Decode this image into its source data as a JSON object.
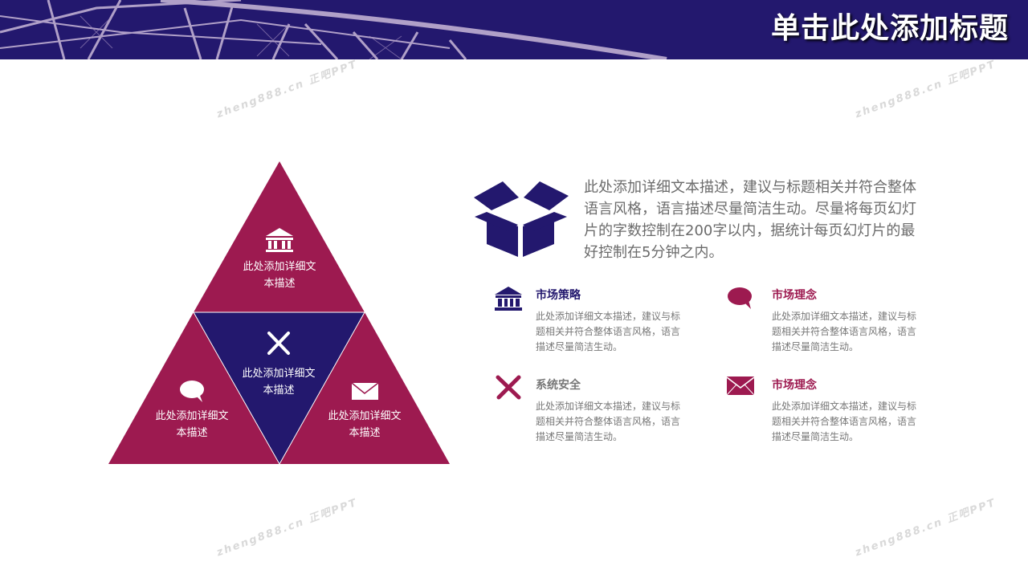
{
  "header": {
    "title": "单击此处添加标题"
  },
  "colors": {
    "primary": "#23186e",
    "accent": "#9d1a50"
  },
  "pyramid": {
    "top": {
      "icon": "bank-icon",
      "text1": "此处添加详细文",
      "text2": "本描述"
    },
    "center": {
      "icon": "tools-icon",
      "text1": "此处添加详细文",
      "text2": "本描述"
    },
    "left": {
      "icon": "chat-bubble-icon",
      "text1": "此处添加详细文",
      "text2": "本描述"
    },
    "right": {
      "icon": "envelope-icon",
      "text1": "此处添加详细文",
      "text2": "本描述"
    }
  },
  "intro": {
    "icon": "open-box-icon",
    "text": "此处添加详细文本描述，建议与标题相关并符合整体语言风格，语言描述尽量简洁生动。尽量将每页幻灯片的字数控制在200字以内，据统计每页幻灯片的最好控制在5分钟之内。"
  },
  "items": [
    {
      "title": "市场策略",
      "icon": "bank-icon",
      "text": "此处添加详细文本描述，建议与标题相关并符合整体语言风格，语言描述尽量简洁生动。"
    },
    {
      "title": "市场理念",
      "icon": "chat-bubble-icon",
      "text": "此处添加详细文本描述，建议与标题相关并符合整体语言风格，语言描述尽量简洁生动。"
    },
    {
      "title": "系统安全",
      "icon": "tools-icon",
      "text": "此处添加详细文本描述，建议与标题相关并符合整体语言风格，语言描述尽量简洁生动。"
    },
    {
      "title": "市场理念",
      "icon": "envelope-icon",
      "text": "此处添加详细文本描述，建议与标题相关并符合整体语言风格，语言描述尽量简洁生动。"
    }
  ],
  "watermark": "zheng888.cn 正吧PPT"
}
